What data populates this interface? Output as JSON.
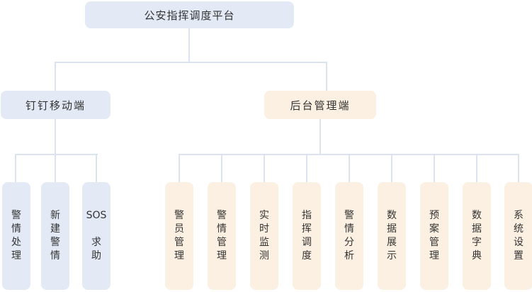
{
  "tree": {
    "root": {
      "label": "公安指挥调度平台"
    },
    "branches": [
      {
        "label": "钉钉移动端",
        "children": [
          {
            "label": "警\n情\n处\n理"
          },
          {
            "label": "新\n建\n警\n情"
          },
          {
            "label": "SOS\n\n求\n助"
          }
        ]
      },
      {
        "label": "后台管理端",
        "children": [
          {
            "label": "警\n员\n管\n理"
          },
          {
            "label": "警\n情\n管\n理"
          },
          {
            "label": "实\n时\n监\n测"
          },
          {
            "label": "指\n挥\n调\n度"
          },
          {
            "label": "警\n情\n分\n析"
          },
          {
            "label": "数\n据\n展\n示"
          },
          {
            "label": "预\n案\n管\n理"
          },
          {
            "label": "数\n据\n字\n典"
          },
          {
            "label": "系\n统\n设\n置"
          }
        ]
      }
    ]
  },
  "colors": {
    "blue_fill": "#e3eaf6",
    "orange_fill": "#fcf0e2",
    "connector_line": "#dbe3f0",
    "text": "#333333"
  }
}
